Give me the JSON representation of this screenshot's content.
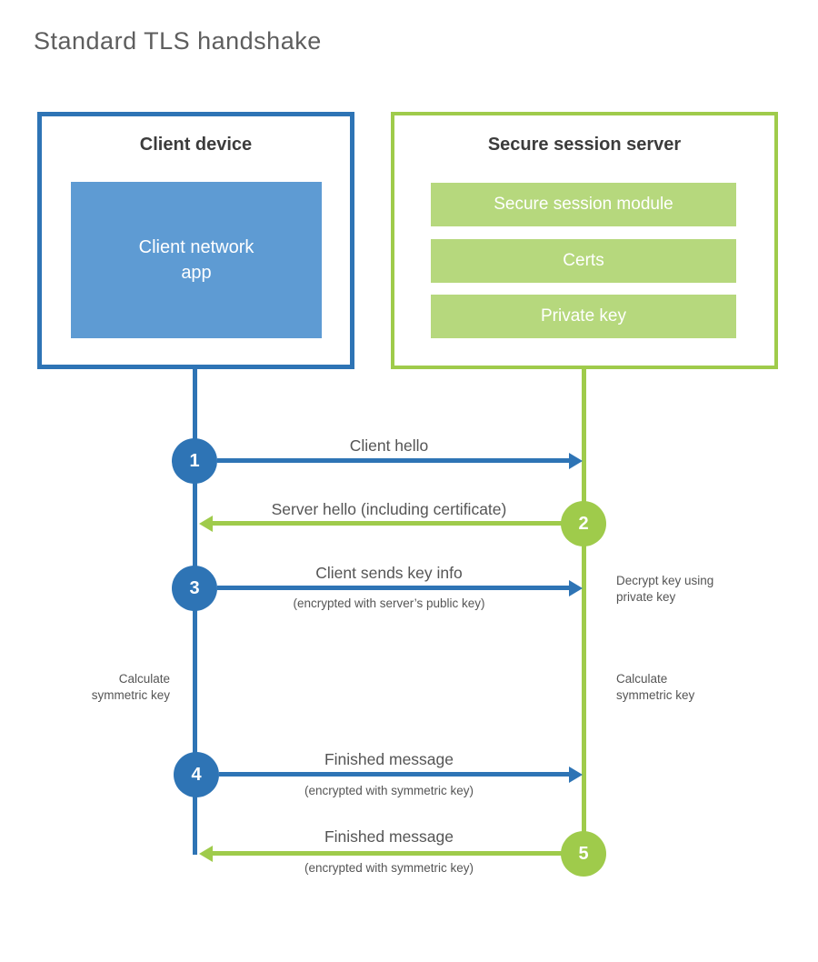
{
  "title": "Standard TLS handshake",
  "client_box": {
    "title": "Client device",
    "app": "Client network app"
  },
  "server_box": {
    "title": "Secure session server",
    "modules": [
      "Secure session module",
      "Certs",
      "Private key"
    ]
  },
  "steps": [
    {
      "num": "1",
      "label": "Client hello",
      "sub": ""
    },
    {
      "num": "2",
      "label": "Server hello (including certificate)",
      "sub": ""
    },
    {
      "num": "3",
      "label": "Client sends key info",
      "sub": "(encrypted with server’s public key)"
    },
    {
      "num": "4",
      "label": "Finished message",
      "sub": "(encrypted with symmetric key)"
    },
    {
      "num": "5",
      "label": "Finished message",
      "sub": "(encrypted with symmetric key)"
    }
  ],
  "annotations": {
    "left_calculate": "Calculate symmetric key",
    "right_decrypt": "Decrypt key using private key",
    "right_calculate": "Calculate symmetric key"
  },
  "colors": {
    "blue": "#2E74B5",
    "blue_light": "#5E9BD3",
    "green": "#9FCB4B",
    "green_light": "#B6D87D"
  }
}
